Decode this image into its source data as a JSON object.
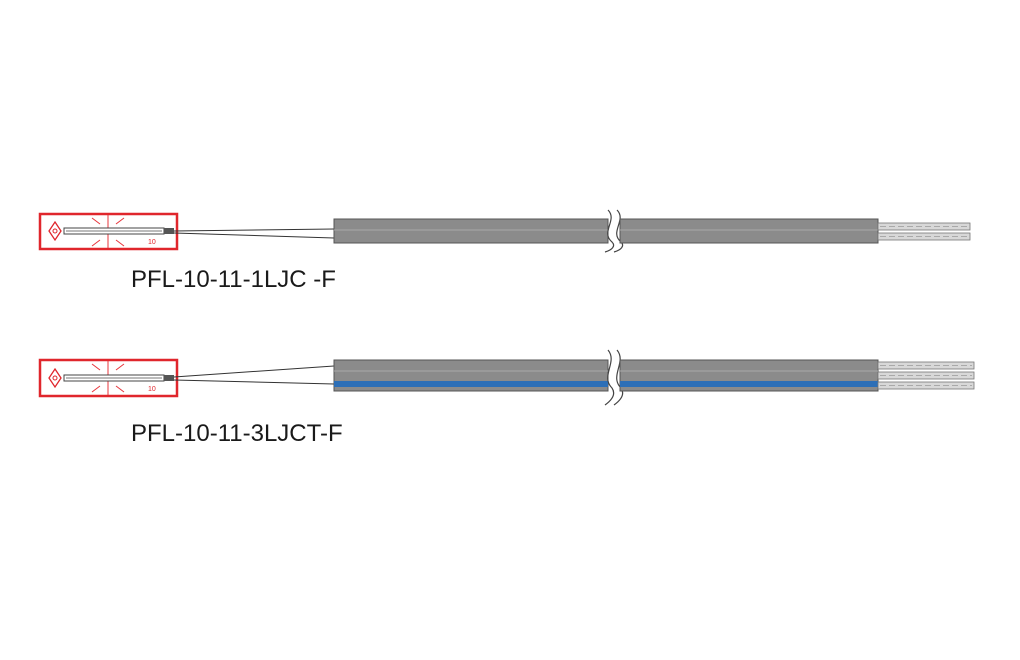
{
  "products": [
    {
      "model": "PFL-10-11-1LJC -F",
      "cable_color": "#8b8b8b",
      "stripe_color": "",
      "gauge_marking": "10",
      "outline_color": "#e0262c"
    },
    {
      "model": "PFL-10-11-3LJCT-F",
      "cable_color": "#8b8b8b",
      "stripe_color": "#2d6fb7",
      "gauge_marking": "10",
      "outline_color": "#e0262c"
    }
  ]
}
